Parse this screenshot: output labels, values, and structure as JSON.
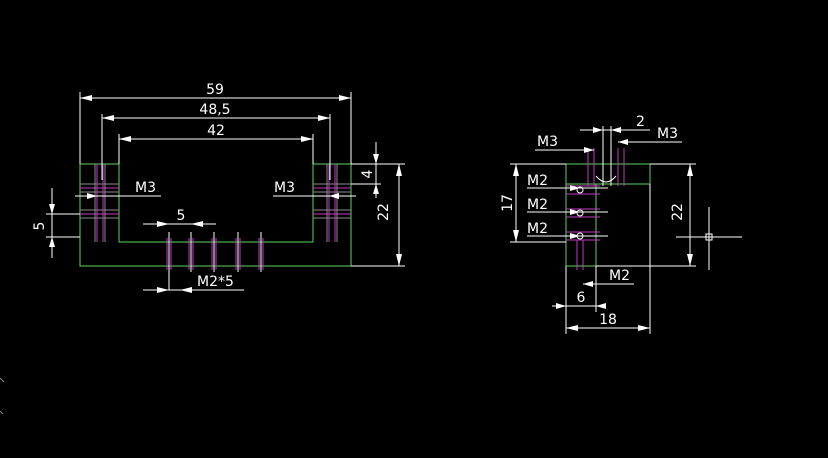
{
  "colors": {
    "background": "#000000",
    "outline": "#5fd35f",
    "dimension": "#ffffff",
    "thread": "#c03bc0",
    "hidden": "#8a8a8a"
  },
  "front_view": {
    "dim_overall": "59",
    "dim_inner_a": "48,5",
    "dim_inner_b": "42",
    "dim_hole_pitch": "5",
    "dim_height": "22",
    "dim_top": "4",
    "dim_left": "5",
    "thread_left": "M3",
    "thread_right": "M3",
    "thread_bottom": "M2*5"
  },
  "side_view": {
    "dim_top": "2",
    "thread_top_left": "M3",
    "thread_top_right": "M3",
    "thread_1": "M2",
    "thread_2": "M2",
    "thread_3": "M2",
    "thread_bottom": "M2",
    "dim_height": "17",
    "dim_total": "22",
    "dim_small": "6",
    "dim_width": "18"
  }
}
